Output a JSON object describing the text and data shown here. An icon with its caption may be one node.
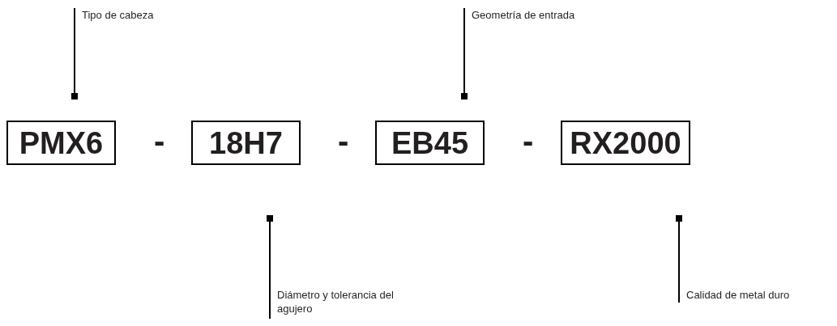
{
  "diagram": {
    "nodes": [
      {
        "text": [
          "Tipo de cabeza"
        ]
      },
      {
        "text": [
          "Geometría de entrada"
        ]
      },
      {
        "text": [
          "PMX6"
        ]
      },
      {
        "text": [
          "18H7"
        ]
      },
      {
        "text": [
          "EB45"
        ]
      },
      {
        "text": [
          "RX2000"
        ]
      },
      {
        "text": [
          "Diámetro y tolerancia del agujero"
        ]
      },
      {
        "text": [
          "Calidad de metal duro"
        ]
      }
    ],
    "edges": [
      {
        "from": 0,
        "to": 2,
        "arrow": "other"
      },
      {
        "from": 1,
        "to": 4,
        "arrow": "other"
      },
      {
        "from": 6,
        "to": 3,
        "arrow": "other"
      },
      {
        "from": 7,
        "to": 5,
        "arrow": "other"
      }
    ],
    "labels": [
      "-",
      "-",
      "-"
    ]
  }
}
